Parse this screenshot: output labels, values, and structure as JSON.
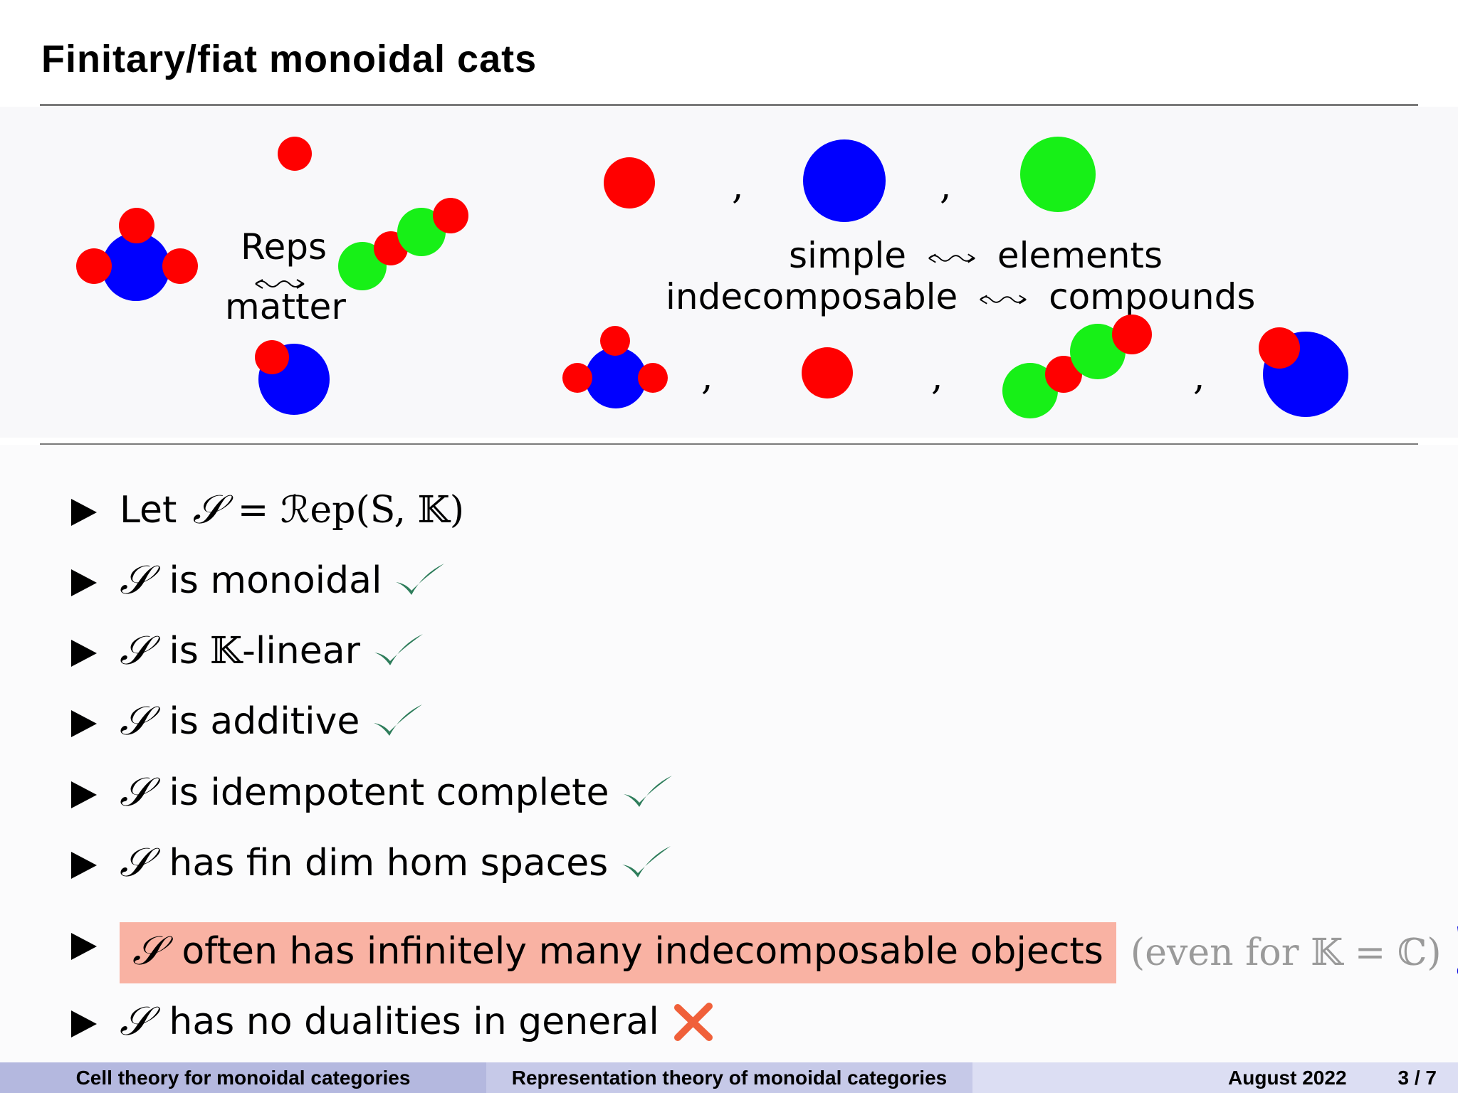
{
  "title": "Finitary/fiat monoidal cats",
  "figure": {
    "reps": "Reps",
    "matter": "matter",
    "line1_left": "simple",
    "line1_right": "elements",
    "line2_left": "indecomposable",
    "line2_right": "compounds",
    "comma": ","
  },
  "bullets": {
    "b1_let": "Let",
    "b1_S": "𝒮",
    "b1_rest": "= ℛep(S, 𝕂)",
    "S": "𝒮",
    "b2": "is monoidal",
    "b3_pre": "is",
    "b3_K": "𝕂",
    "b3_post": "-linear",
    "b4": "is additive",
    "b5": "is idempotent complete",
    "b6": "has fin dim hom spaces",
    "b7_highlight": "often has infinitely many indecomposable objects",
    "b7_note": "(even for 𝕂 = ℂ)",
    "b7_exclam": "!",
    "b8": "has no dualities in general"
  },
  "footer": {
    "left": "Cell theory for monoidal categories",
    "center": "Representation theory of monoidal categories",
    "date": "August 2022",
    "page": "3 / 7"
  },
  "colors": {
    "check": "#2e7d5b",
    "cross": "#f0603a",
    "highlight": "#f9b2a3",
    "exclam": "#0000e0"
  }
}
